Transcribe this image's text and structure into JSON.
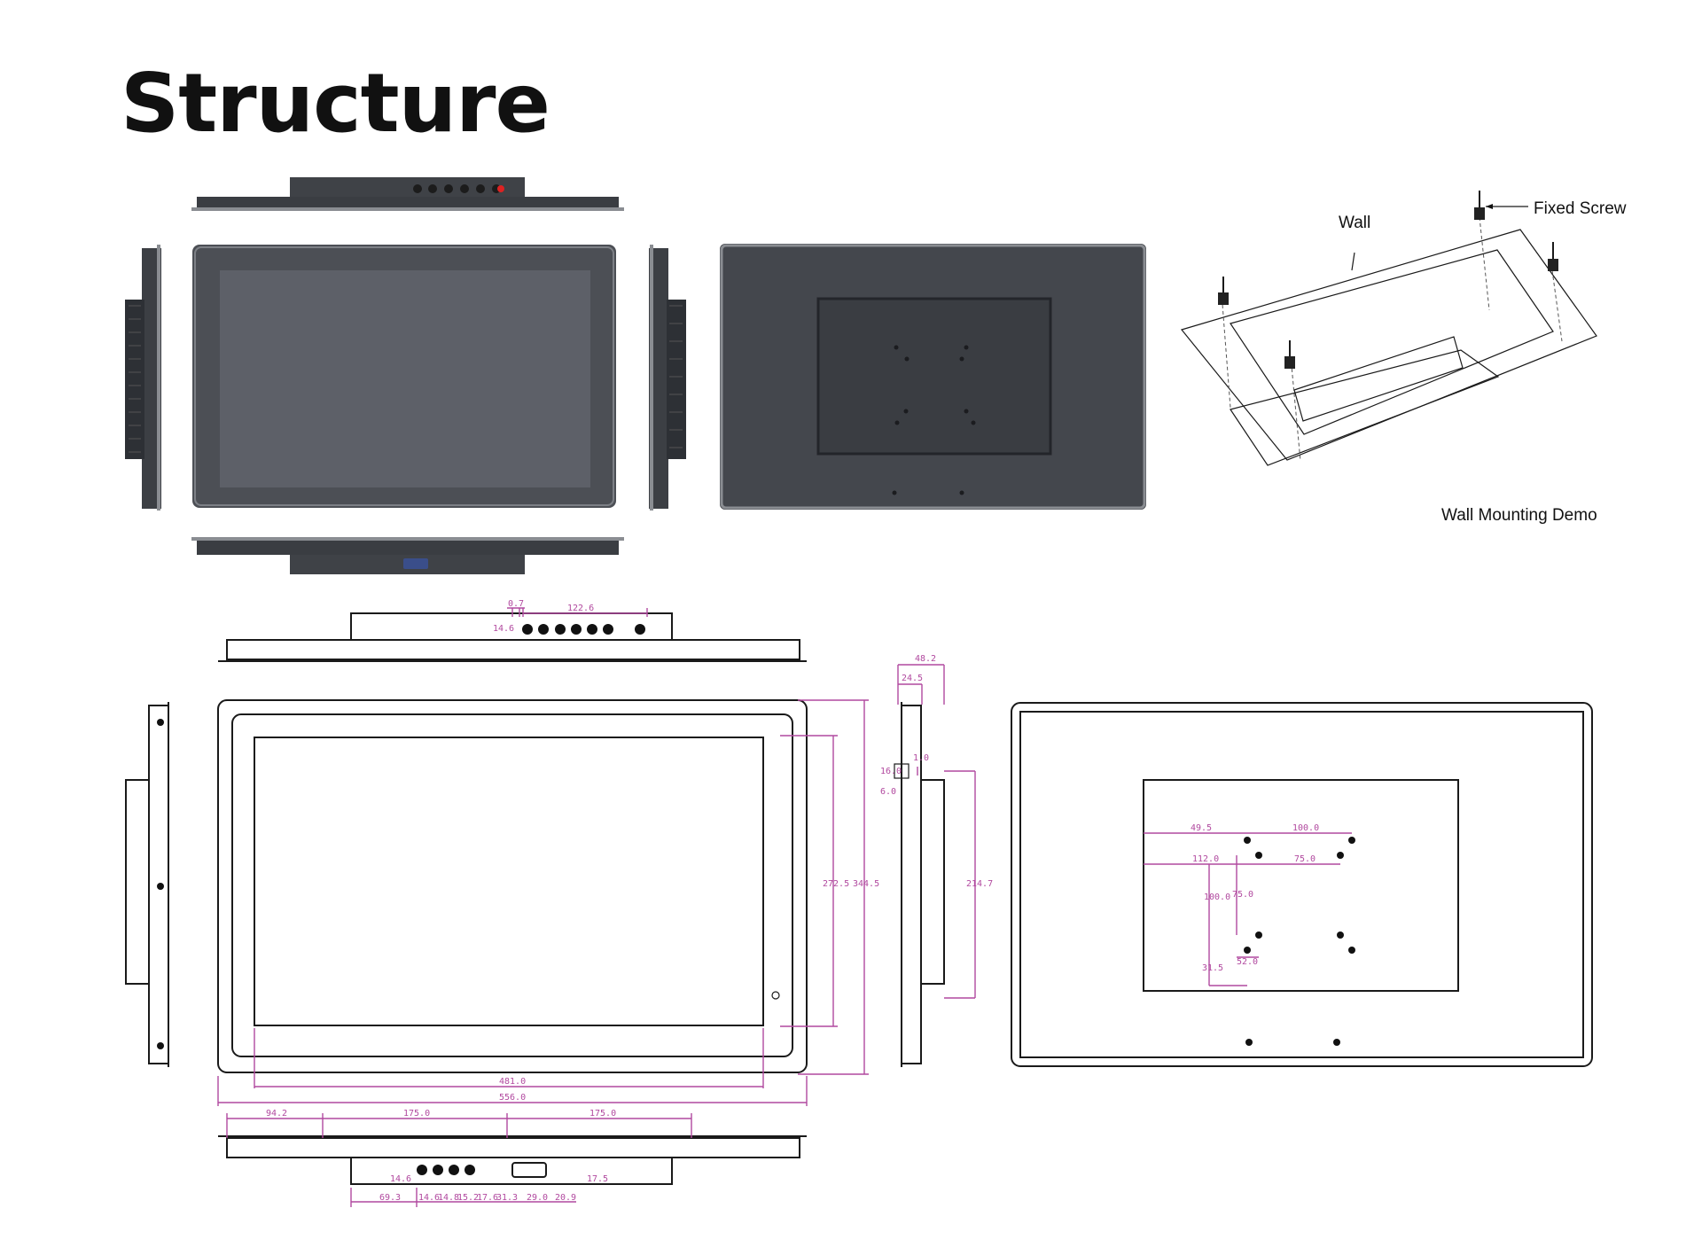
{
  "page": {
    "title": "Structure"
  },
  "colors": {
    "bezel": "#4c4f55",
    "screen": "#5d6068",
    "back": "#44474d",
    "dimension": "#b1499f",
    "line": "#1a1a1a"
  },
  "mounting": {
    "wall_label": "Wall",
    "screw_label": "Fixed Screw",
    "caption": "Wall Mounting Demo"
  },
  "dimensions": {
    "top": [
      "0.7",
      "122.6",
      "14.6"
    ],
    "front": [
      "272.5",
      "344.5",
      "481.0",
      "556.0"
    ],
    "side": [
      "48.2",
      "24.5",
      "1.0",
      "16.0",
      "6.0",
      "214.7"
    ],
    "back": [
      "49.5",
      "100.0",
      "112.0",
      "75.0",
      "100.0",
      "75.0",
      "31.5",
      "52.0"
    ],
    "bottom_top": [
      "94.2",
      "175.0",
      "175.0"
    ],
    "bottom_side": [
      "14.6",
      "17.5"
    ],
    "bottom_row": [
      "69.3",
      "14.6",
      "14.8",
      "15.2",
      "17.6",
      "31.3",
      "29.0",
      "20.9"
    ]
  }
}
